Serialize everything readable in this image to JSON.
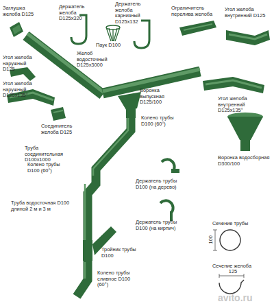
{
  "diagram": {
    "labels": [
      "Заглушка желоба D125",
      "Держатель желоба D125x320",
      "Держатель желоба карнизный D125x132",
      "Ограничитель перелива желоба",
      "Угол желоба внутренний D125",
      "Паук D100",
      "Желоб водосточный D125x3000",
      "Угол желоба наружный D125",
      "Угол желоба наружный D125x135°",
      "Воронка выпускная D125/100",
      "Угол желоба внутренний D125x135°",
      "Соединитель желоба D125",
      "Колено трубы D100 (60°)",
      "Труба соединительная D100x1000",
      "Воронка водосборная D300/100",
      "Колено трубы D100 (60°)",
      "Держатель трубы D100 (на дерево)",
      "Труба водосточная D100 длиной 2 м и 3 м",
      "Держатель трубы D100 (на кирпич)",
      "Тройник трубы D100",
      "Колено трубы сливное D100 (60°)",
      "Сечение трубы",
      "100",
      "Сечение желоба",
      "125",
      "avito.ru"
    ]
  }
}
